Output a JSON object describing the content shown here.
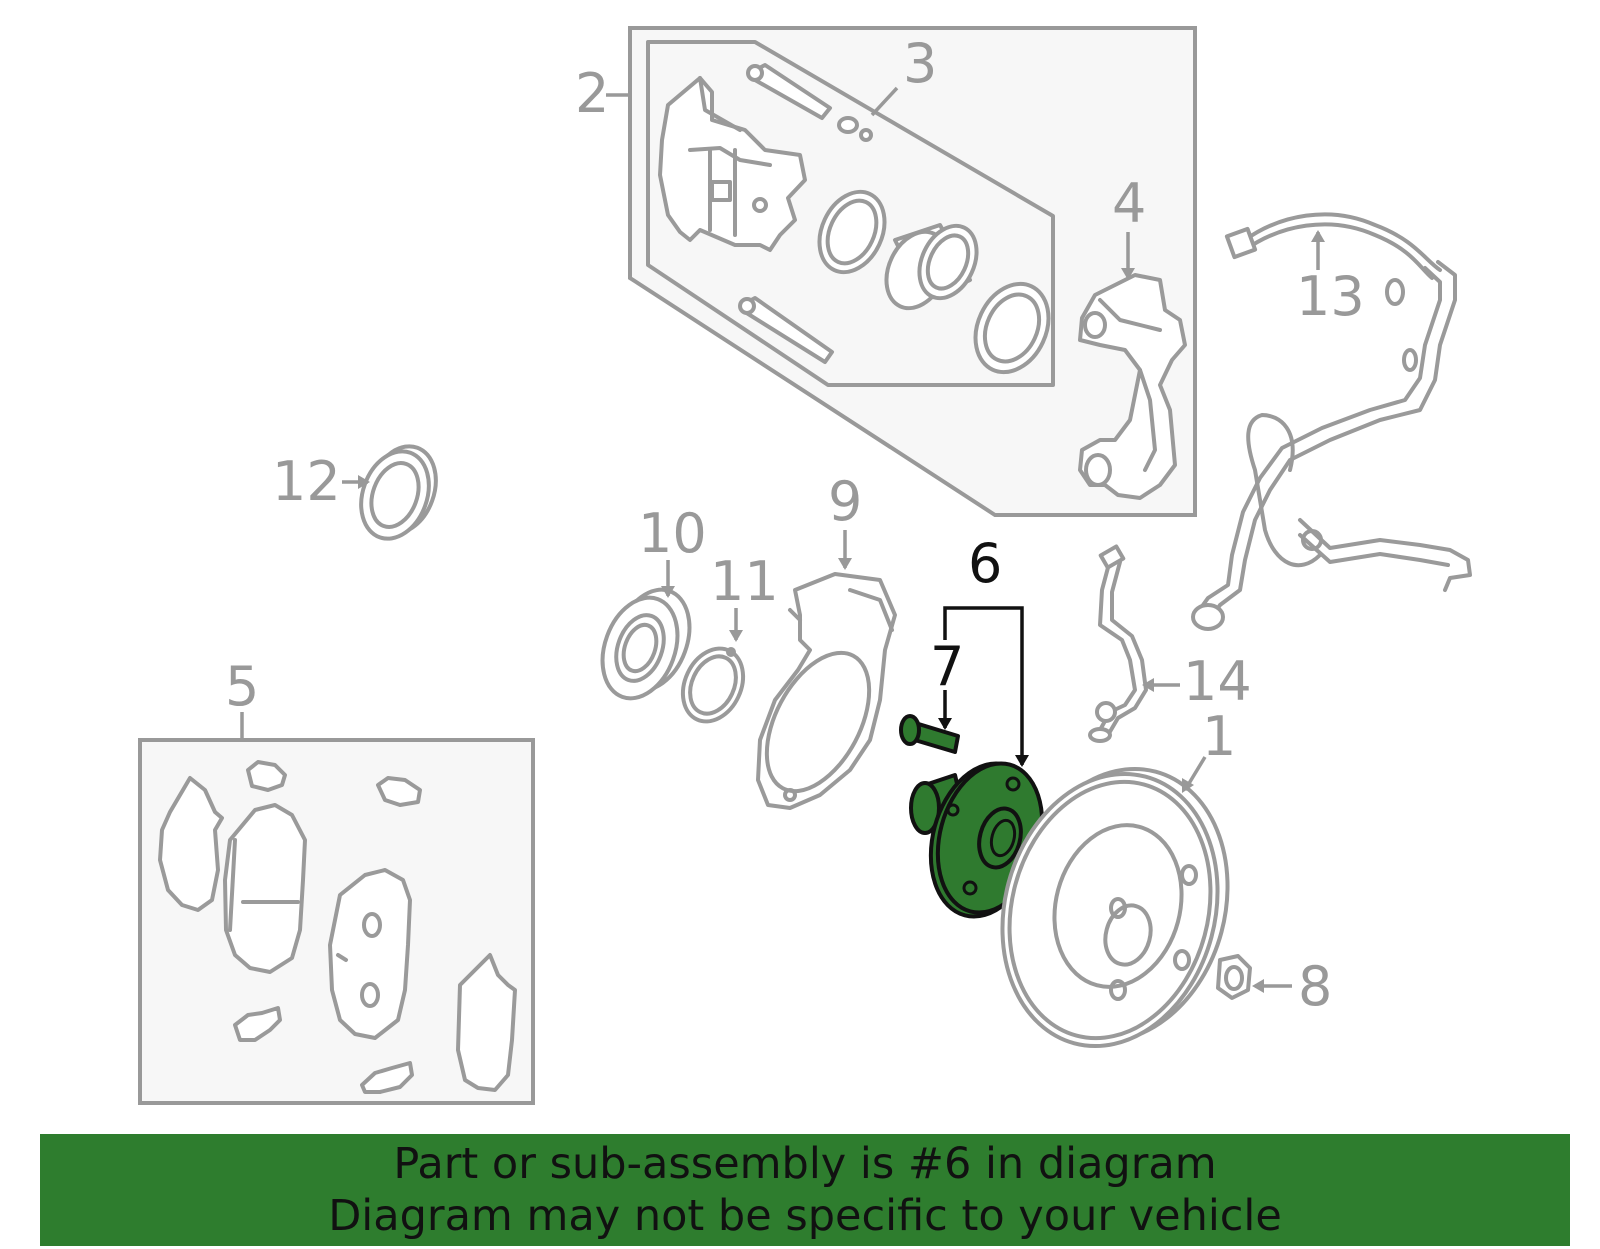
{
  "colors": {
    "highlight_part": "#2f7a2f",
    "banner_bg": "#2e7d2e",
    "line_gray": "#9a9a9a",
    "callout_black": "#111111"
  },
  "callouts": {
    "c1": "1",
    "c2": "2",
    "c3": "3",
    "c4": "4",
    "c5": "5",
    "c6": "6",
    "c7": "7",
    "c8": "8",
    "c9": "9",
    "c10": "10",
    "c11": "11",
    "c12": "12",
    "c13": "13",
    "c14": "14"
  },
  "highlighted_callout": "6",
  "banner": {
    "line1": "Part or sub-assembly is #6 in diagram",
    "line2": "Diagram may not be specific to your vehicle"
  }
}
